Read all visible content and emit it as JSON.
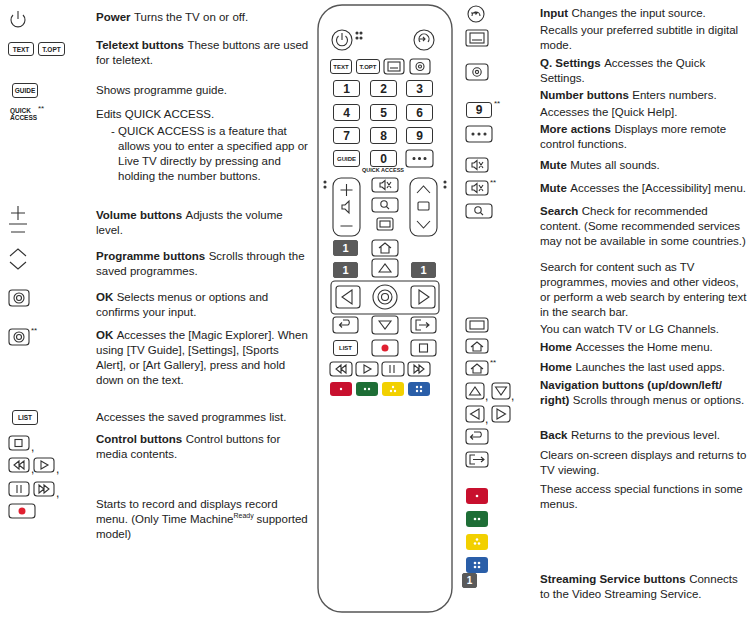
{
  "diagram": {
    "nodes": [
      {
        "text": [
          "TEXT"
        ]
      },
      {
        "text": [
          "T.OPT"
        ]
      },
      {
        "text": [
          "GUIDE"
        ]
      },
      {
        "text": [
          "LIST"
        ]
      },
      {
        "text": [
          "TEXT"
        ]
      },
      {
        "text": [
          "T.OPT"
        ]
      },
      {
        "text": [
          "1"
        ]
      },
      {
        "text": [
          "2"
        ]
      },
      {
        "text": [
          "3"
        ]
      },
      {
        "text": [
          "4"
        ]
      },
      {
        "text": [
          "5"
        ]
      },
      {
        "text": [
          "6"
        ]
      },
      {
        "text": [
          "7"
        ]
      },
      {
        "text": [
          "8"
        ]
      },
      {
        "text": [
          "9"
        ]
      },
      {
        "text": [
          "GUIDE"
        ]
      },
      {
        "text": [
          "0"
        ]
      },
      {
        "text": [
          "1"
        ]
      },
      {
        "text": [
          "1"
        ]
      },
      {
        "text": [
          "1"
        ]
      },
      {
        "text": [
          "LIST"
        ]
      },
      {
        "text": [
          "9"
        ]
      },
      {
        "text": [
          "1"
        ]
      }
    ],
    "labels": [
      "Power",
      "Turns the TV on or off.",
      "Teletext buttons",
      "These buttons are used for teletext.",
      "Shows programme guide.",
      "QUICK ACCESS",
      "**",
      "Edits QUICK ACCESS.",
      "- QUICK ACCESS is a feature that allows you to enter a specified app or Live TV directly by pressing and holding the number buttons.",
      "Volume buttons",
      "Adjusts the volume level.",
      "Programme buttons",
      "Scrolls through the saved programmes.",
      "OK",
      "Selects menus or options and confirms your input.",
      "**",
      "OK",
      "Accesses the [Magic Explorer]. When using [TV Guide], [Settings], [Sports Alert], or [Art Gallery], press and hold down on the text.",
      "Accesses the saved programmes list.",
      "Control buttons",
      "Control buttons for media contents.",
      "Starts to record and displays record menu.",
      "(Only Time Machine",
      "Ready",
      "supported model)",
      "QUICK ACCESS",
      "Input",
      "Changes the input source.",
      "Recalls your preferred subtitle in digital mode.",
      "Q. Settings",
      "Accesses the Quick Settings.",
      "**",
      "Number buttons",
      "Enters numbers.",
      "Accesses the [Quick Help].",
      "More actions",
      "Displays more remote control functions.",
      "Mute",
      "Mutes all sounds.",
      "**",
      "Mute",
      "Accesses the [Accessibility] menu.",
      "Search",
      "Check for recommended content. (Some recommended services may not be available in some countries.)",
      "Search for content such as TV programmes, movies and other videos, or perform a web search by entering text in the search bar.",
      "You can watch TV or LG Channels.",
      "Home",
      "Accesses the Home menu.",
      "**",
      "Home",
      "Launches the last used apps.",
      "Navigation buttons (up/down/left/ right)",
      "Scrolls through menus or options.",
      "Back",
      "Returns to the previous level.",
      "Clears on-screen displays and returns to TV viewing.",
      "These access special functions in some menus.",
      "Streaming Service buttons",
      "Connects to the Video Streaming Service.",
      ",",
      ",",
      ",",
      ",",
      ",",
      ",",
      ","
    ]
  }
}
